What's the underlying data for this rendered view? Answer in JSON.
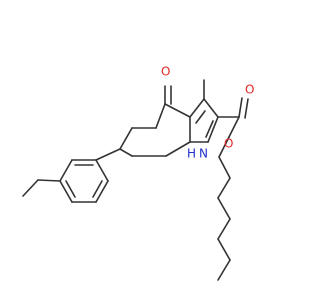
{
  "molecule": {
    "labels": {
      "ketone_oxygen": "O",
      "ester_carbonyl_oxygen": "O",
      "ester_oxygen": "O",
      "indole_nitrogen": "N",
      "indole_hydrogen": "H"
    },
    "colors": {
      "bond": "#333333",
      "oxygen": "#e32626",
      "nitrogen": "#1f2fd0"
    }
  }
}
